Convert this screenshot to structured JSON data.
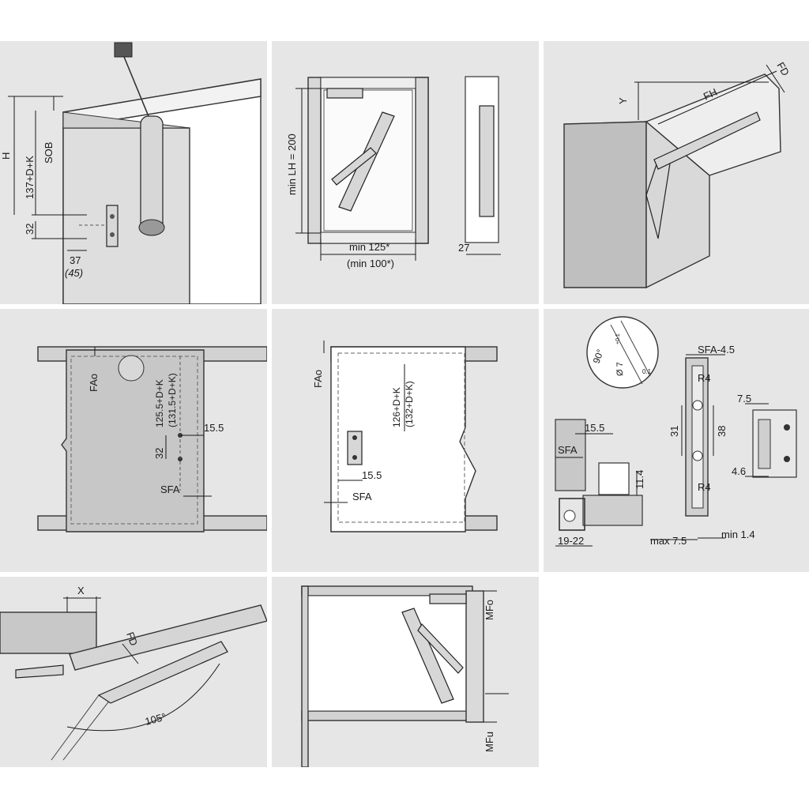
{
  "panel1": {
    "H": "H",
    "SOB": "SOB",
    "dim_137": "137+D+K",
    "dim_32": "32",
    "dim_37": "37",
    "dim_45": "(45)"
  },
  "panel2": {
    "lh": "min LH = 200",
    "w125": "min 125*",
    "w100": "(min 100*)",
    "dim_27": "27"
  },
  "panel3": {
    "Y": "Y",
    "FH": "FH",
    "FD": "FD"
  },
  "panel4": {
    "FAo": "FAo",
    "d125": "125.5+D+K",
    "d131": "(131.5+D+K)",
    "d155": "15.5",
    "d32": "32",
    "sfa": "SFA"
  },
  "panel5": {
    "FAo": "FAo",
    "d126": "126+D+K",
    "d132": "(132+D+K)",
    "d155": "15.5",
    "sfa": "SFA"
  },
  "panel6": {
    "angle": "90°",
    "dia": "Ø 7",
    "tol": "+0.1",
    "t01": "0.1",
    "sfa_minus": "SFA-4.5",
    "r4a": "R4",
    "r4b": "R4",
    "d31": "31",
    "d38": "38",
    "d75": "7.5",
    "d46": "4.6",
    "d155": "15.5",
    "sfa": "SFA",
    "d114": "11.4",
    "d1922": "19-22",
    "max75": "max 7.5",
    "min14": "min 1.4"
  },
  "panel7": {
    "X": "X",
    "FD": "FD",
    "angle": "105°"
  },
  "panel8": {
    "MFo": "MFo",
    "MFu": "MFu"
  }
}
